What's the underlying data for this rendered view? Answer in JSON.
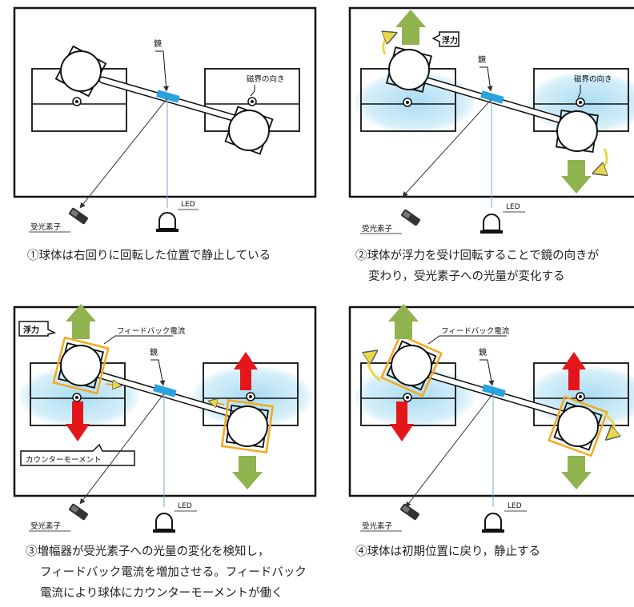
{
  "panels": [
    {
      "id": "p1",
      "mirror_label": "鏡",
      "field_label": "磁界の向き",
      "led_label": "LED",
      "sensor_label": "受光素子",
      "caption_lines": [
        "①球体は右回りに回転した位置で静止している"
      ]
    },
    {
      "id": "p2",
      "mirror_label": "鏡",
      "field_label": "磁界の向き",
      "buoyancy_label": "浮力",
      "led_label": "LED",
      "sensor_label": "受光素子",
      "caption_lines": [
        "②球体が浮力を受け回転することで鏡の向きが",
        "変わり，受光素子への光量が変化する"
      ]
    },
    {
      "id": "p3",
      "mirror_label": "鏡",
      "buoyancy_label": "浮力",
      "feedback_label": "フィードバック電流",
      "counter_label": "カウンターモーメント",
      "led_label": "LED",
      "sensor_label": "受光素子",
      "caption_lines": [
        "③増幅器が受光素子への光量の変化を検知し，",
        "フィードバック電流を増加させる。フィードバック",
        "電流により球体にカウンターモーメントが働く"
      ]
    },
    {
      "id": "p4",
      "mirror_label": "鏡",
      "feedback_label": "フィードバック電流",
      "led_label": "LED",
      "sensor_label": "受光素子",
      "caption_lines": [
        "④球体は初期位置に戻り，静止する"
      ]
    }
  ],
  "colors": {
    "water": "#bfe6f5",
    "mirror": "#29a3df",
    "green_arrow": "#8fb34f",
    "red_arrow": "#e4161a",
    "coil": "#f5a81c",
    "rot_arrow": "#f2e86a",
    "beam": "#7aa7d6"
  }
}
